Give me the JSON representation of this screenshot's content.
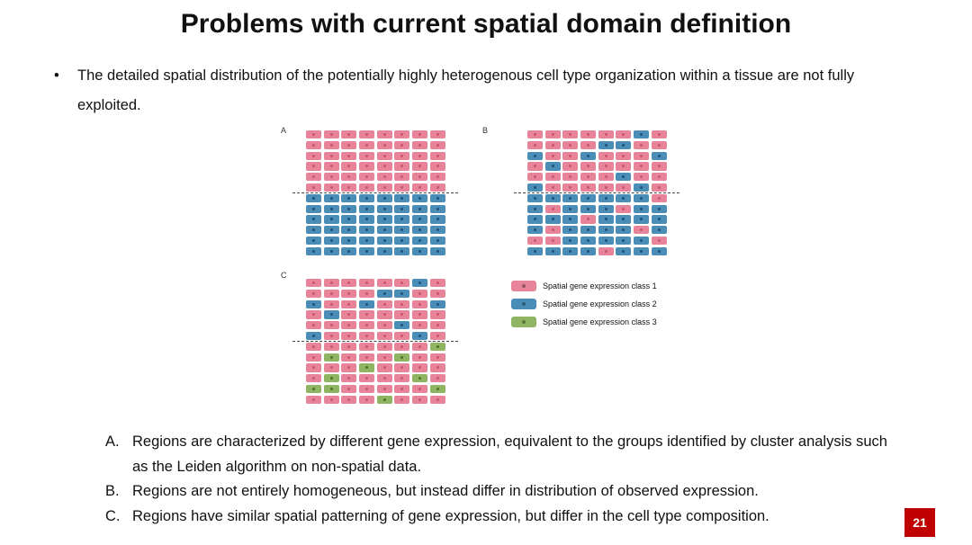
{
  "title": "Problems with current spatial domain definition",
  "bullet": {
    "marker": "•",
    "text": "The detailed spatial distribution of the potentially highly heterogenous cell type organization within a tissue are not fully exploited."
  },
  "figure": {
    "panels": [
      {
        "label": "A",
        "rows": [
          "11111111",
          "11111111",
          "11111111",
          "11111111",
          "11111111",
          "11111111",
          "22222222",
          "22222222",
          "22222222",
          "22222222",
          "22222222",
          "22222222"
        ]
      },
      {
        "label": "B",
        "rows": [
          "11111121",
          "11112211",
          "21121112",
          "12111111",
          "11111211",
          "21111121",
          "22222221",
          "21222122",
          "22212222",
          "21222212",
          "11222221",
          "22221222"
        ]
      },
      {
        "label": "C",
        "rows": [
          "11111121",
          "11112211",
          "21121112",
          "12111111",
          "11111211",
          "21111121",
          "11111113",
          "13111311",
          "11131111",
          "13111131",
          "33111113",
          "11113111"
        ]
      }
    ],
    "legend": [
      {
        "label": "Spatial gene expression class 1",
        "color": "#e7849a"
      },
      {
        "label": "Spatial gene expression class 2",
        "color": "#4a8eb8"
      },
      {
        "label": "Spatial gene expression class 3",
        "color": "#8fb462"
      }
    ]
  },
  "list": [
    {
      "marker": "A.",
      "text": "Regions are characterized by different gene expression, equivalent to the groups identified by cluster analysis such as the Leiden algorithm on non-spatial data."
    },
    {
      "marker": "B.",
      "text": "Regions are not entirely homogeneous, but instead differ in distribution of observed expression."
    },
    {
      "marker": "C.",
      "text": "Regions have similar spatial patterning of gene expression, but differ in the cell type composition."
    }
  ],
  "page_number": "21"
}
